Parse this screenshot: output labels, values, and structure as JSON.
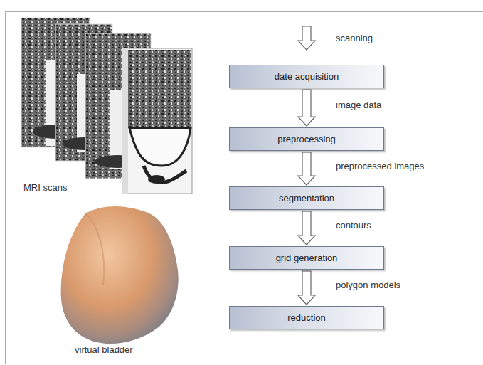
{
  "diagram": {
    "nodes": [
      {
        "text": [
          "date acquisition"
        ]
      },
      {
        "text": [
          "preprocessing"
        ]
      },
      {
        "text": [
          "segmentation"
        ]
      },
      {
        "text": [
          "grid generation"
        ]
      },
      {
        "text": [
          "reduction"
        ]
      }
    ],
    "edges": [
      {
        "from": 0,
        "to": 1,
        "label": "image data",
        "arrow": "to"
      },
      {
        "from": 1,
        "to": 2,
        "label": "preprocessed images",
        "arrow": "to"
      },
      {
        "from": 2,
        "to": 3,
        "label": "contours",
        "arrow": "to"
      },
      {
        "from": 3,
        "to": 4,
        "label": "polygon models",
        "arrow": "to"
      }
    ],
    "labels": [
      "scanning",
      "MRI scans",
      "virtual bladder"
    ]
  }
}
